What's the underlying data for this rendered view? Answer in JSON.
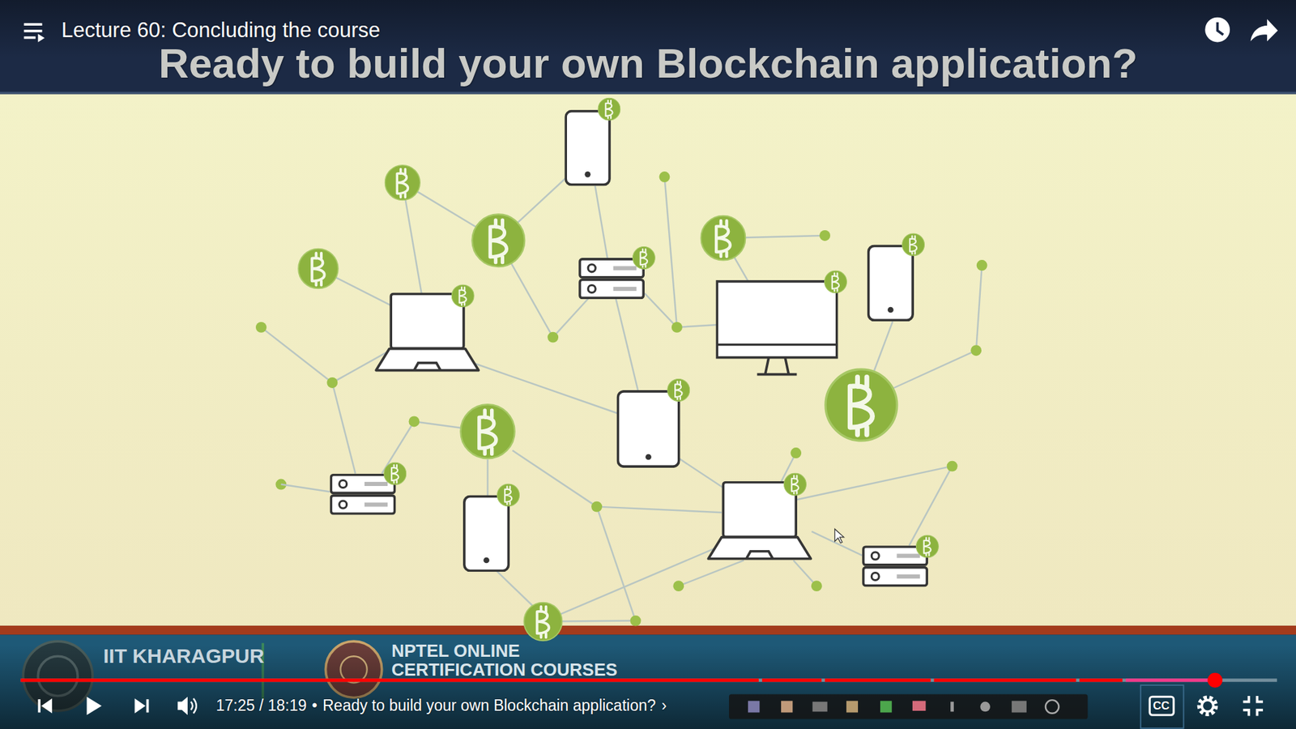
{
  "diagram": {
    "title": "Ready to build your own Blockchain application?",
    "labels": [
      "Lecture 60: Concluding the course",
      "IIT KHARAGPUR",
      "NPTEL ONLINE",
      "CERTIFICATION COURSES",
      "17:25 / 18:19",
      "•",
      "Ready to build your own Blockchain application?",
      "›",
      "CC"
    ]
  }
}
